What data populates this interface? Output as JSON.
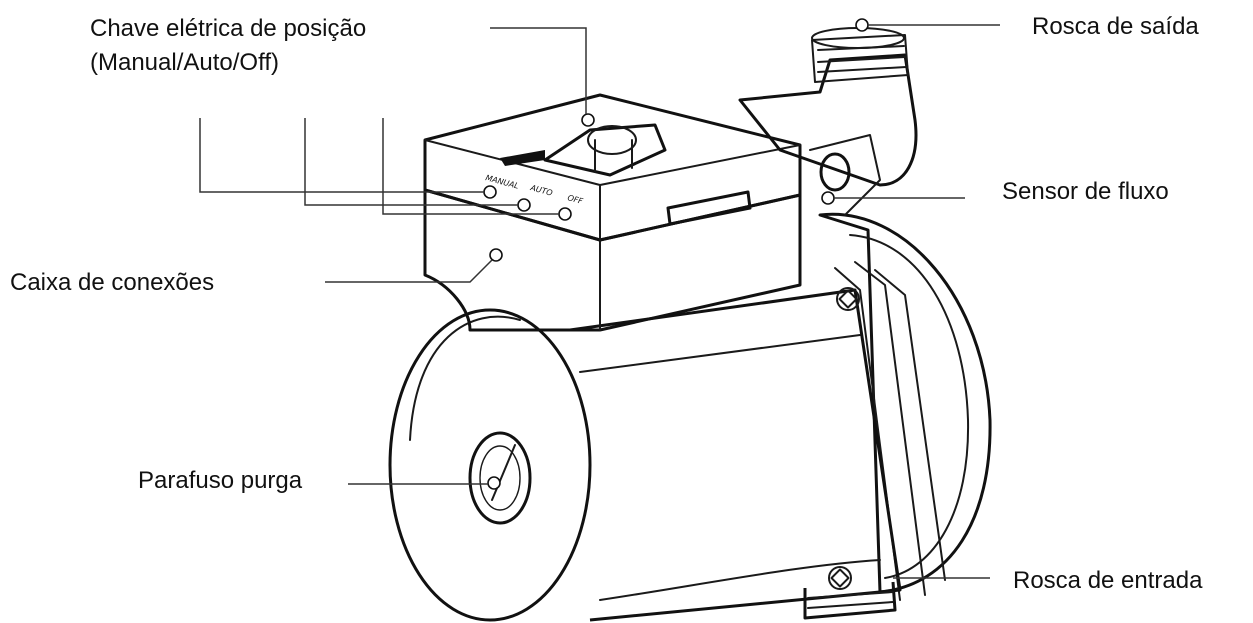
{
  "labels": {
    "chave_line1": "Chave elétrica de posição",
    "chave_line2": "(Manual/Auto/Off)",
    "rosca_saida": "Rosca de saída",
    "sensor_fluxo": "Sensor de fluxo",
    "caixa_conexoes": "Caixa de conexões",
    "parafuso_purga": "Parafuso purga",
    "rosca_entrada": "Rosca de entrada"
  },
  "switch_positions": [
    "MANUAL",
    "AUTO",
    "OFF"
  ]
}
